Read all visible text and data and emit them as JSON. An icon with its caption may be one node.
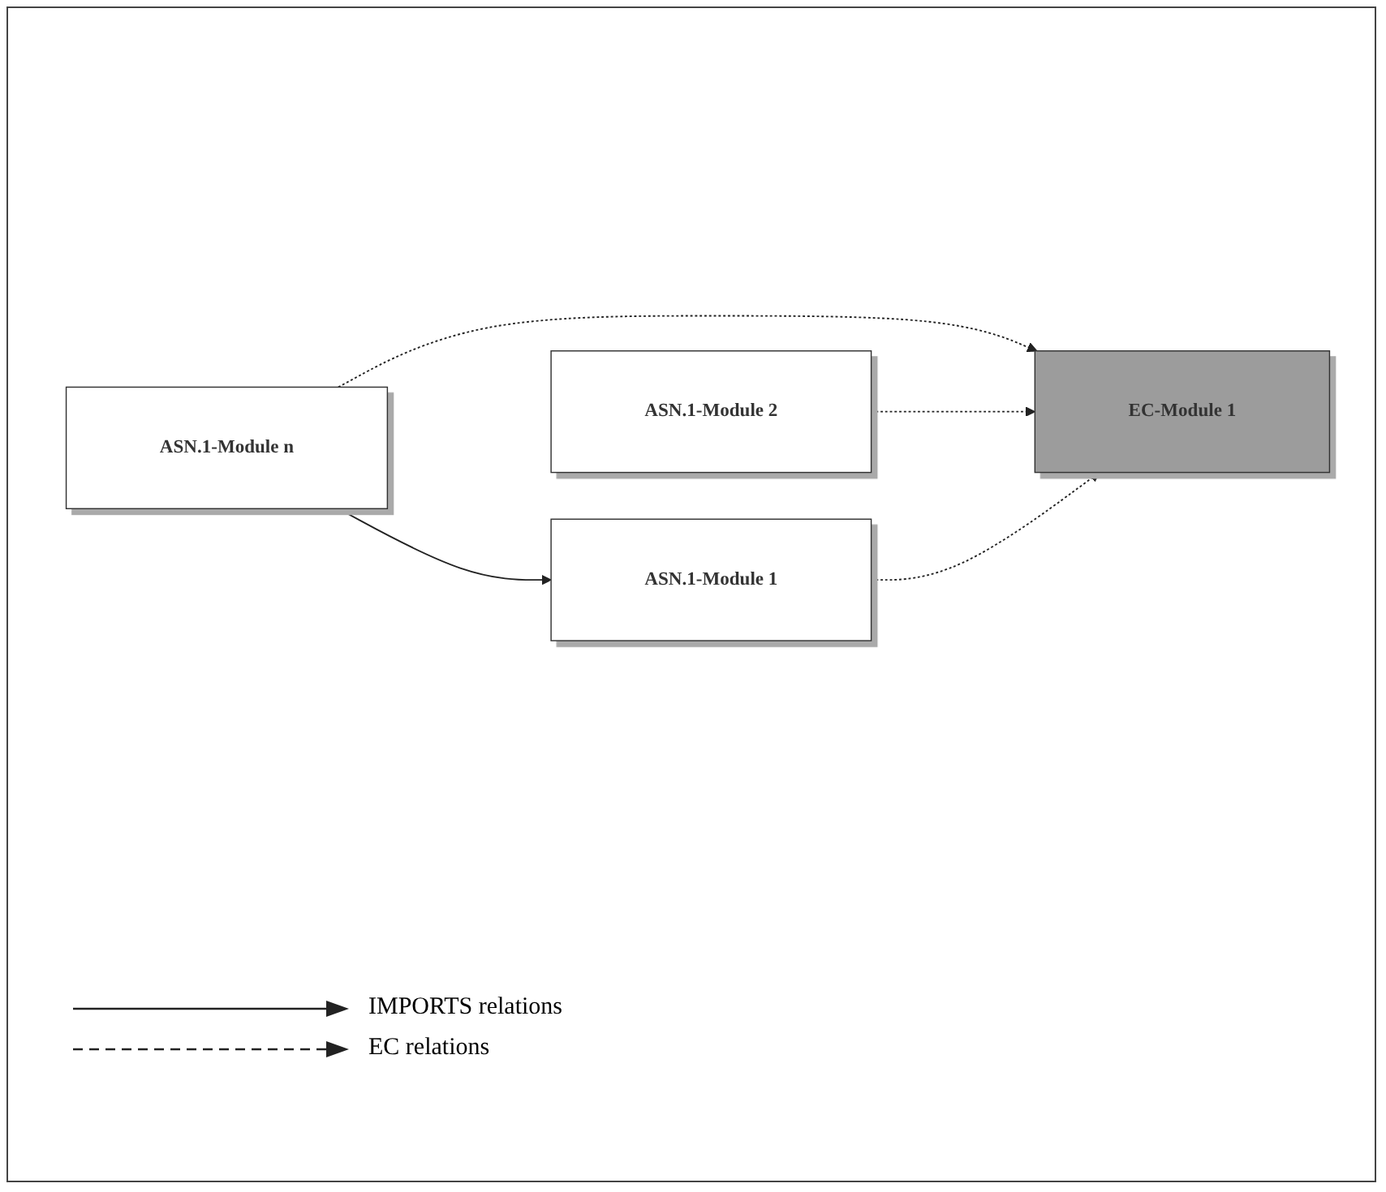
{
  "diagram": {
    "nodes": [
      {
        "text": [
          "ASN.1-Module n"
        ]
      },
      {
        "text": [
          "EC-Module 1"
        ]
      },
      {
        "text": [
          "ASN.1-Module 2"
        ]
      },
      {
        "text": [
          "ASN.1-Module 1"
        ]
      }
    ],
    "edges": [
      {
        "from": 0,
        "to": 3,
        "arrow": "to"
      },
      {
        "from": 0,
        "to": 1,
        "arrow": "to",
        "style": "dashed"
      },
      {
        "from": 2,
        "to": 1,
        "arrow": "to",
        "style": "dashed"
      },
      {
        "from": 3,
        "to": 1,
        "arrow": "to",
        "style": "dashed"
      }
    ],
    "legend": [
      {
        "text": "IMPORTS relations"
      },
      {
        "text": "EC relations"
      }
    ]
  }
}
